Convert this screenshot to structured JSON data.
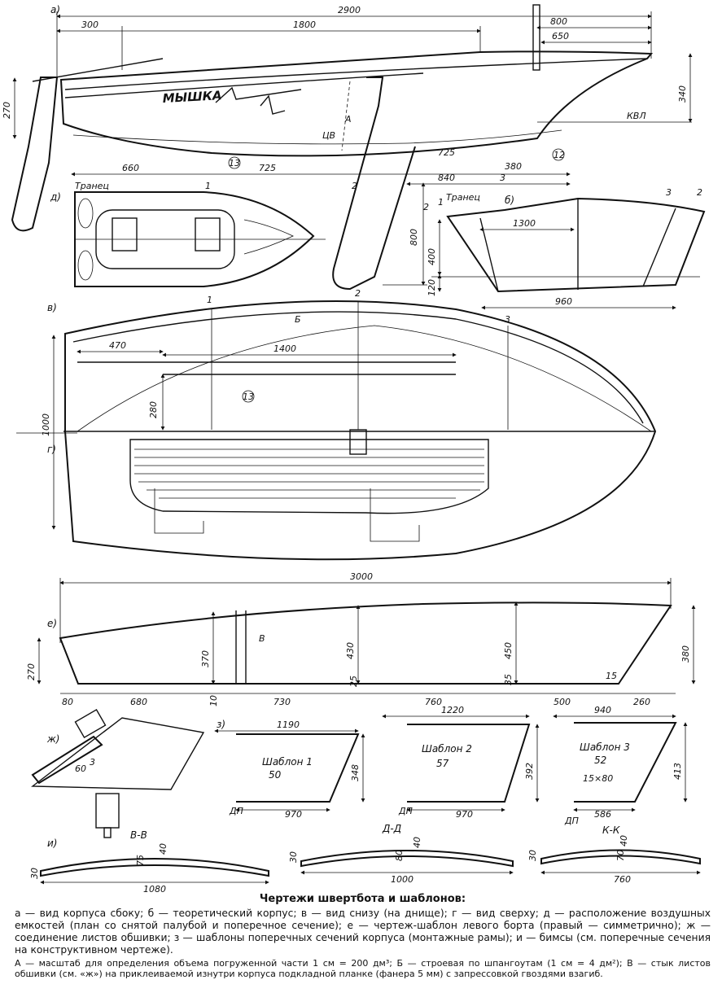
{
  "views": {
    "a": {
      "letter": "а)",
      "boat_name": "МЫШКА",
      "waterline": "КВЛ",
      "cb": "ЦВ",
      "point_a": "А",
      "transom": "Транец",
      "dims": [
        "2900",
        "800",
        "650",
        "300",
        "1800",
        "340",
        "270",
        "660",
        "725",
        "725",
        "380",
        "840",
        "3",
        "2",
        "800",
        "1",
        "13",
        "12"
      ]
    },
    "b": {
      "letter": "б)",
      "transom": "Транец",
      "dims": [
        "2",
        "1",
        "3",
        "2",
        "1300",
        "400",
        "120",
        "960"
      ]
    },
    "v": {
      "letter": "в)",
      "b_curve": "Б",
      "dims": [
        "1",
        "2",
        "3",
        "470",
        "1400",
        "280",
        "1000",
        "13"
      ]
    },
    "g": {
      "letter": "г)"
    },
    "d": {
      "letter": "д)"
    },
    "e": {
      "letter": "е)",
      "seam": "В",
      "dims": [
        "3000",
        "270",
        "370",
        "430",
        "450",
        "380",
        "10",
        "25",
        "35",
        "15",
        "80",
        "680",
        "730",
        "760",
        "500",
        "260"
      ]
    },
    "zh": {
      "letter": "ж)",
      "dims": [
        "60",
        "3"
      ]
    },
    "z": {
      "letter": "з)",
      "dp": "ДП",
      "templates": [
        {
          "name": "Шаблон 1",
          "num": "50",
          "top": "1190",
          "height": "348",
          "bottom": "970"
        },
        {
          "name": "Шаблон 2",
          "num": "57",
          "top": "1220",
          "height": "392",
          "bottom": "970"
        },
        {
          "name": "Шаблон 3",
          "num": "52",
          "top": "940",
          "height": "413",
          "bottom": "586",
          "note": "15×80"
        }
      ]
    },
    "i": {
      "letter": "и)",
      "sections": [
        {
          "name": "В-В",
          "h1": "30",
          "h2": "75",
          "h3": "40",
          "span": "1080"
        },
        {
          "name": "Д-Д",
          "h1": "30",
          "h2": "80",
          "h3": "40",
          "span": "1000"
        },
        {
          "name": "К-К",
          "h1": "30",
          "h2": "70",
          "h3": "40",
          "span": "760"
        }
      ]
    }
  },
  "caption": {
    "title": "Чертежи швертбота и шаблонов:",
    "body": "а — вид корпуса сбоку; б — теоретический корпус; в — вид снизу (на днище); г — вид сверху; д — расположение воздушных емкостей (план со снятой палубой и поперечное сечение); е — чертеж-шаблон левого борта (правый — симметрично); ж — соединение листов обшивки; з — шаблоны поперечных сечений корпуса (монтажные рамы); и — бимсы (см. поперечные сечения на конструктивном чертеже).",
    "note": "А — масштаб для определения объема погруженной части 1 см = 200 дм³; Б — строевая по шпангоутам (1 см = 4 дм²); В — стык листов обшивки (см. «ж») на приклеиваемой изнутри корпуса подкладной планке (фанера 5 мм) с запрессовкой гвоздями взагиб."
  }
}
